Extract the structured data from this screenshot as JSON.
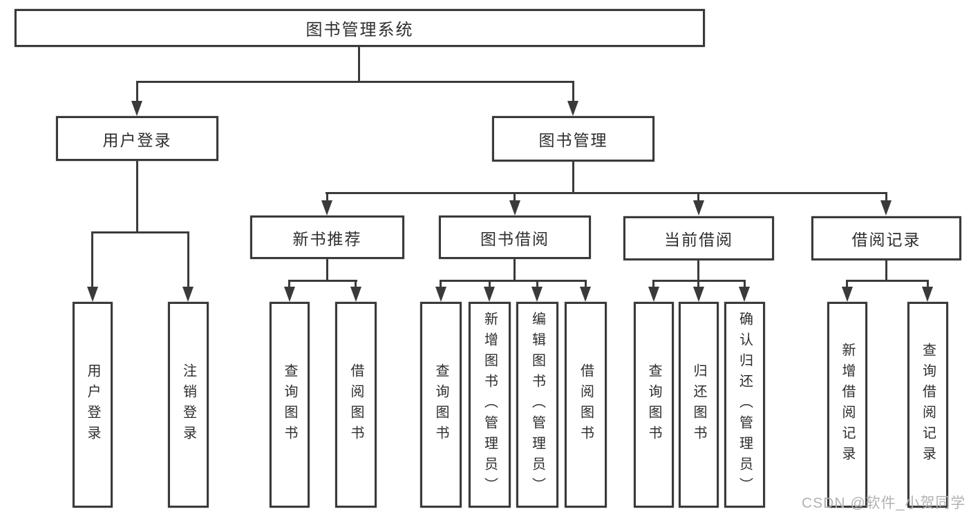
{
  "diagram": {
    "title": "图书管理系统",
    "branches": [
      {
        "label": "用户登录",
        "children": [
          {
            "label": "用户登录"
          },
          {
            "label": "注销登录"
          }
        ]
      },
      {
        "label": "图书管理",
        "children": [
          {
            "label": "新书推荐",
            "children": [
              {
                "label": "查询图书"
              },
              {
                "label": "借阅图书"
              }
            ]
          },
          {
            "label": "图书借阅",
            "children": [
              {
                "label": "查询图书"
              },
              {
                "label": "新增图书（管理员）"
              },
              {
                "label": "编辑图书（管理员）"
              },
              {
                "label": "借阅图书"
              }
            ]
          },
          {
            "label": "当前借阅",
            "children": [
              {
                "label": "查询图书"
              },
              {
                "label": "归还图书"
              },
              {
                "label": "确认归还（管理员）"
              }
            ]
          },
          {
            "label": "借阅记录",
            "children": [
              {
                "label": "新增借阅记录"
              },
              {
                "label": "查询借阅记录"
              }
            ]
          }
        ]
      }
    ]
  },
  "watermark": {
    "text": "CSDN @软件_小贺同学"
  },
  "colors": {
    "line": "#3a3a3a",
    "text": "#2e2e2e",
    "watermark": "#b2b2b2",
    "bg": "#ffffff"
  }
}
